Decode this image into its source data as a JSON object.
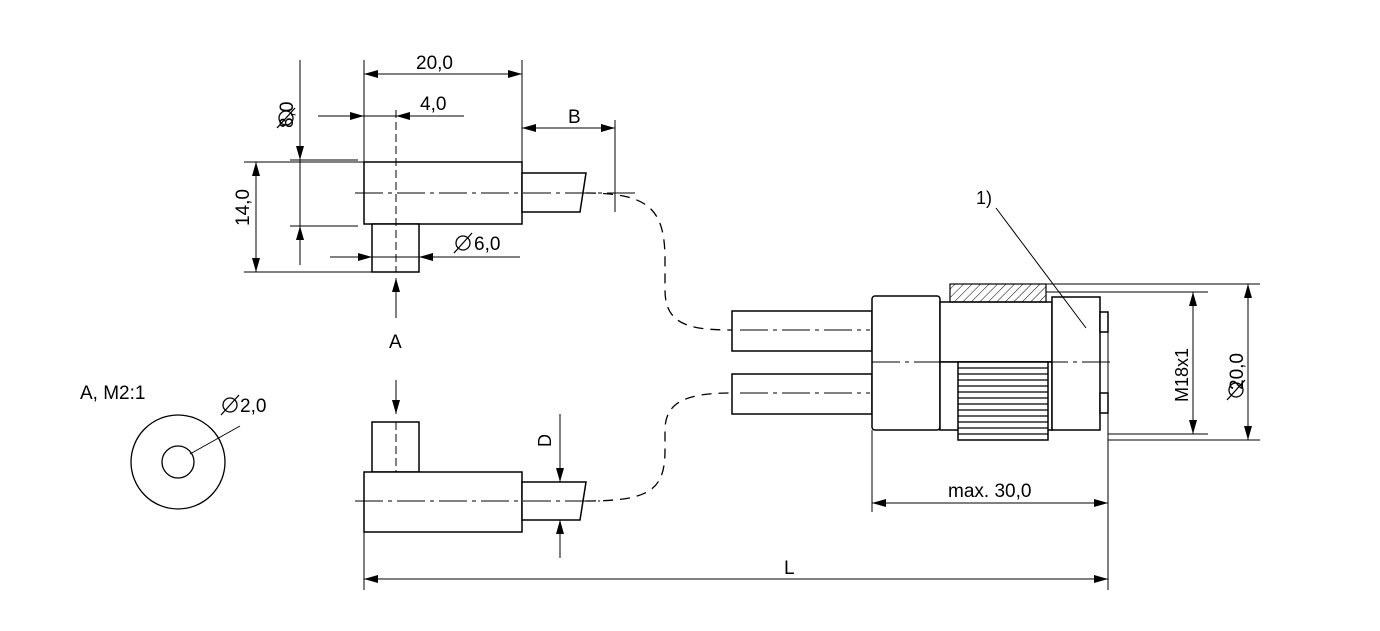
{
  "labels": {
    "dim_20_top": "20,0",
    "dim_4": "4,0",
    "dim_phi8": "8,0",
    "dim_B": "B",
    "dim_14": "14,0",
    "dim_phi6": "6,0",
    "view_A": "A",
    "detail_title": "A, M2:1",
    "dim_phi2": "2,0",
    "dim_D": "D",
    "note_1": "1)",
    "dim_M18": "M18x1",
    "dim_phi20": "20,0",
    "dim_max30": "max. 30,0",
    "dim_L": "L"
  }
}
